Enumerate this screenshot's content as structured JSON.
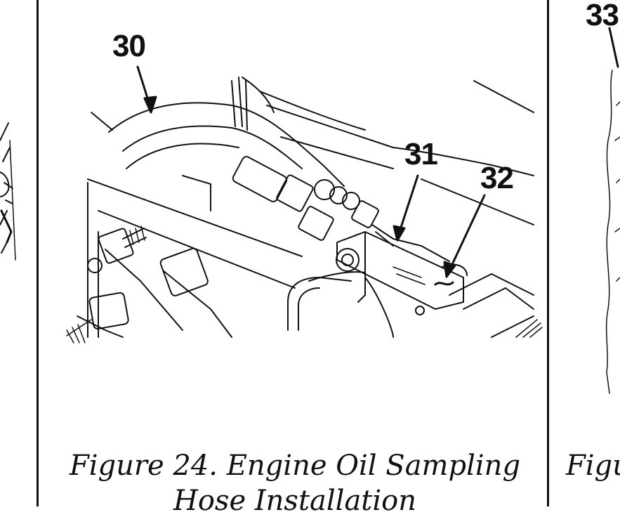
{
  "figure": {
    "caption_line1": "Figure 24.  Engine Oil Sampling",
    "caption_line2": "Hose Installation",
    "callouts": {
      "c30": "30",
      "c31": "31",
      "c32": "32",
      "c33": "33"
    }
  },
  "right_figure": {
    "caption_fragment": "Figu"
  }
}
